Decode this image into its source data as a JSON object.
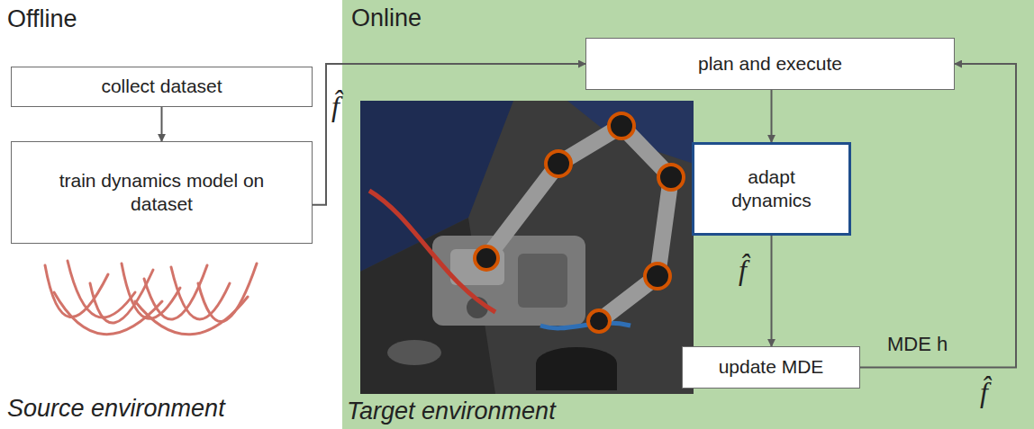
{
  "diagram": {
    "nodes": [
      {
        "text": [
          "collect dataset"
        ]
      },
      {
        "text": [
          "train dynamics model on dataset"
        ]
      },
      {
        "text": [
          "Online",
          "Target environment"
        ]
      },
      {
        "text": [
          "plan and execute"
        ],
        "in": 2
      },
      {
        "text": [
          "adapt dynamics"
        ],
        "in": 2
      },
      {
        "text": [
          "update MDE"
        ],
        "in": 2
      }
    ],
    "edges": [
      {
        "from": 0,
        "to": 1,
        "arrow": "to"
      },
      {
        "from": 1,
        "to": 3,
        "arrow": "to",
        "label": "f̂"
      },
      {
        "from": 3,
        "to": 4,
        "arrow": "to"
      },
      {
        "from": 4,
        "to": 5,
        "arrow": "to",
        "label": "f̂"
      },
      {
        "from": 5,
        "to": 3,
        "arrow": "to",
        "label": "MDE h"
      }
    ],
    "labels": [
      "Offline",
      "Source environment",
      "f̂"
    ]
  }
}
